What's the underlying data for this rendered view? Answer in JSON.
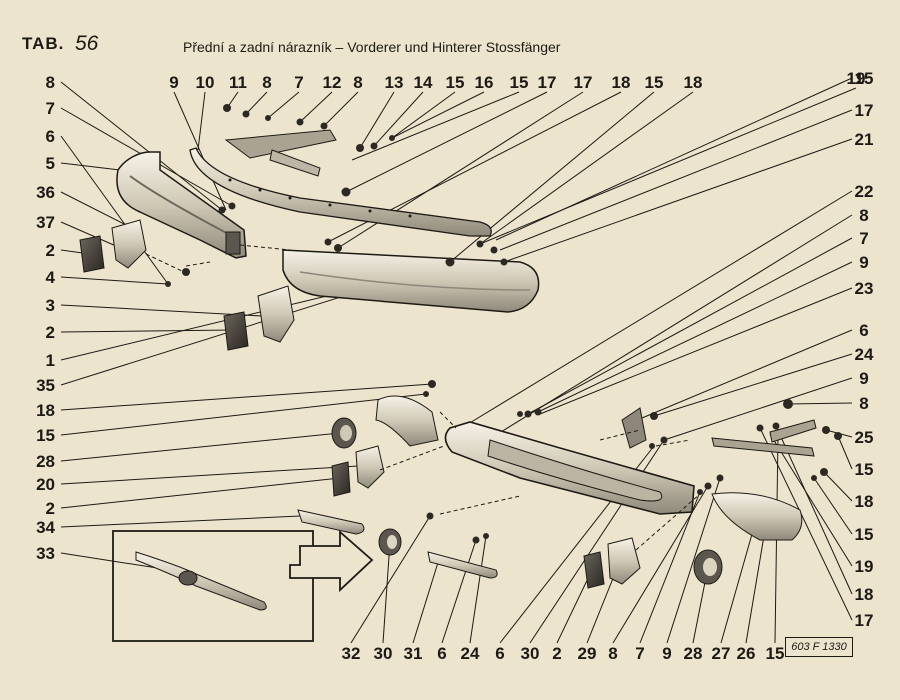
{
  "header": {
    "tab_label": "TAB.",
    "tab_number": "56",
    "title": "Přední a zadní nárazník – Vorderer und Hinterer Stossfänger"
  },
  "drawing_code": "603 F 1330",
  "callouts": {
    "top_row": [
      "9",
      "10",
      "11",
      "8",
      "7",
      "12",
      "8",
      "13",
      "14",
      "15",
      "16",
      "15",
      "17",
      "17",
      "18",
      "15",
      "18",
      "19"
    ],
    "left_column": [
      "8",
      "7",
      "6",
      "5",
      "36",
      "37",
      "2",
      "4",
      "3",
      "2",
      "1",
      "35",
      "18",
      "15",
      "28",
      "20",
      "2",
      "34",
      "33"
    ],
    "right_column": [
      "15",
      "17",
      "21",
      "22",
      "8",
      "7",
      "9",
      "23",
      "6",
      "24",
      "9",
      "8",
      "25",
      "15",
      "18",
      "15",
      "19",
      "18",
      "17"
    ],
    "bottom_row": [
      "32",
      "30",
      "31",
      "6",
      "24",
      "6",
      "30",
      "2",
      "29",
      "8",
      "7",
      "9",
      "28",
      "27",
      "26",
      "15"
    ]
  },
  "colors": {
    "paper": "#ece4cd",
    "ink": "#1d1a16",
    "part_fill": "#d9d2bf",
    "shadow": "#8d877a"
  }
}
